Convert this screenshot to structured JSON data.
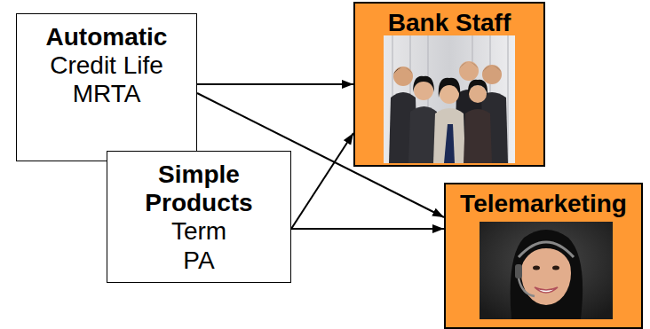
{
  "diagram": {
    "nodes": [
      {
        "text": [
          "Automatic",
          "Credit Life",
          "MRTA"
        ]
      },
      {
        "text": [
          "Simple Products",
          "Term",
          "PA"
        ]
      },
      {
        "text": [
          "Bank Staff"
        ]
      },
      {
        "text": [
          "Telemarketing"
        ]
      }
    ],
    "edges": [
      {
        "from": 0,
        "to": 2,
        "arrow": "to"
      },
      {
        "from": 0,
        "to": 3,
        "arrow": "to"
      },
      {
        "from": 1,
        "to": 2,
        "arrow": "to"
      },
      {
        "from": 1,
        "to": 3,
        "arrow": "to"
      }
    ]
  }
}
